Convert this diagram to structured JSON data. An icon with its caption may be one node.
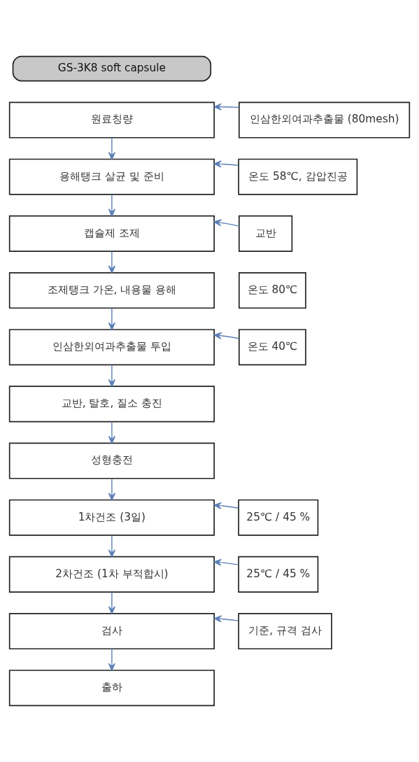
{
  "diagram": {
    "nodes": [
      {
        "text": [
          "GS-3K8 soft capsule"
        ]
      },
      {
        "text": [
          "원료칭량"
        ]
      },
      {
        "text": [
          "인삼한외여과추출물 (80mesh)"
        ]
      },
      {
        "text": [
          "용해탱크 살균 및 준비"
        ]
      },
      {
        "text": [
          "온도 58℃, 감압진공"
        ]
      },
      {
        "text": [
          "캡슐제 조제"
        ]
      },
      {
        "text": [
          "교반"
        ]
      },
      {
        "text": [
          "조제탱크 가온, 내용물 용해"
        ]
      },
      {
        "text": [
          "온도 80℃"
        ]
      },
      {
        "text": [
          "인삼한외여과추출물 투입"
        ]
      },
      {
        "text": [
          "온도 40℃"
        ]
      },
      {
        "text": [
          "교반, 탈호, 질소 충진"
        ]
      },
      {
        "text": [
          "성형충전"
        ]
      },
      {
        "text": [
          "1차건조 (3일)"
        ]
      },
      {
        "text": [
          "25℃ / 45 %"
        ]
      },
      {
        "text": [
          "2차건조 (1차 부적합시)"
        ]
      },
      {
        "text": [
          "25℃ / 45 %"
        ]
      },
      {
        "text": [
          "검사"
        ]
      },
      {
        "text": [
          "기준, 규격 검사"
        ]
      },
      {
        "text": [
          "출하"
        ]
      }
    ],
    "edges": [
      {
        "from": 2,
        "to": 1,
        "arrow": "to"
      },
      {
        "from": 1,
        "to": 3,
        "arrow": "to"
      },
      {
        "from": 4,
        "to": 3,
        "arrow": "to"
      },
      {
        "from": 3,
        "to": 5,
        "arrow": "to"
      },
      {
        "from": 6,
        "to": 5,
        "arrow": "to"
      },
      {
        "from": 5,
        "to": 7,
        "arrow": "to"
      },
      {
        "from": 7,
        "to": 9,
        "arrow": "to"
      },
      {
        "from": 10,
        "to": 9,
        "arrow": "to"
      },
      {
        "from": 9,
        "to": 11,
        "arrow": "to"
      },
      {
        "from": 11,
        "to": 12,
        "arrow": "to"
      },
      {
        "from": 12,
        "to": 13,
        "arrow": "to"
      },
      {
        "from": 14,
        "to": 13,
        "arrow": "to"
      },
      {
        "from": 13,
        "to": 15,
        "arrow": "to"
      },
      {
        "from": 16,
        "to": 15,
        "arrow": "to"
      },
      {
        "from": 15,
        "to": 17,
        "arrow": "to"
      },
      {
        "from": 18,
        "to": 17,
        "arrow": "to"
      },
      {
        "from": 17,
        "to": 19,
        "arrow": "to"
      }
    ]
  }
}
